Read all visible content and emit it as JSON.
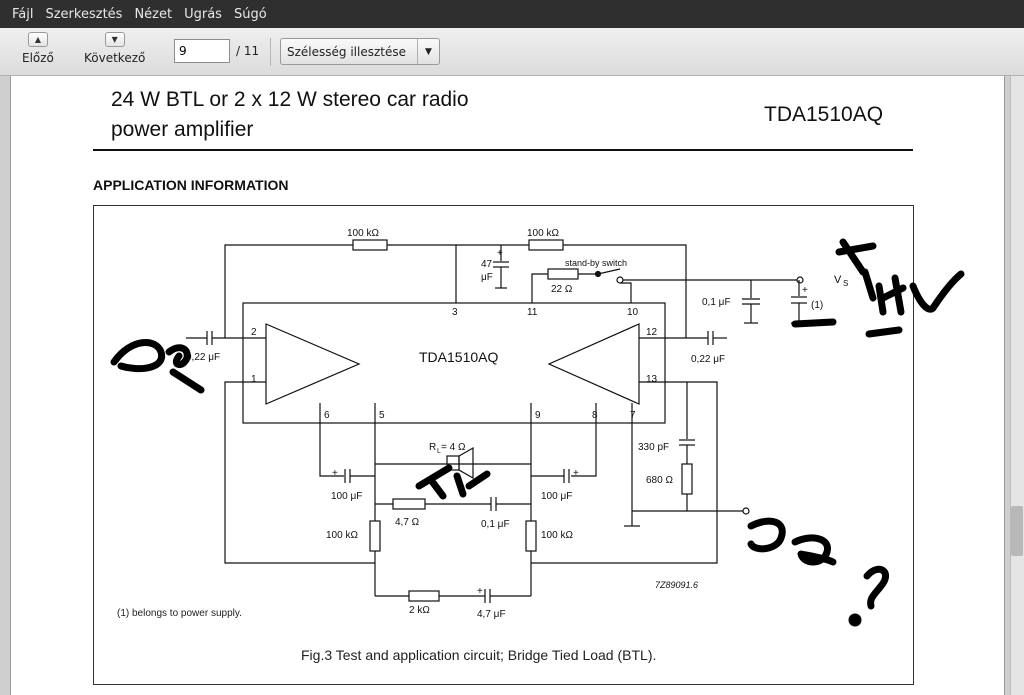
{
  "menubar": {
    "items": [
      {
        "label": "Fájl"
      },
      {
        "label": "Szerkesztés"
      },
      {
        "label": "Nézet"
      },
      {
        "label": "Ugrás"
      },
      {
        "label": "Súgó"
      }
    ]
  },
  "toolbar": {
    "prev_label": "Előző",
    "prev_icon": "arrow-up-icon",
    "next_label": "Következő",
    "next_icon": "arrow-down-icon",
    "page_value": "9",
    "page_total": "/ 11",
    "zoom_value": "Szélesség illesztése"
  },
  "document": {
    "title_line1": "24 W BTL or 2 x 12 W stereo car radio",
    "title_line2": "power amplifier",
    "part_number": "TDA1510AQ",
    "section_heading": "APPLICATION INFORMATION",
    "footnote": "(1) belongs to power supply.",
    "caption": "Fig.3  Test and application circuit; Bridge Tied Load (BTL).",
    "schematic": {
      "chip_label": "TDA1510AQ",
      "r_top_left": "100 kΩ",
      "r_top_right": "100 kΩ",
      "c_47_a": "47",
      "c_47_b": "μF",
      "standby": "stand-by switch",
      "r_22": "22 Ω",
      "vs": "V",
      "vs_sub": "S",
      "c_01_top": "0,1 μF",
      "note_1": "(1)",
      "c_022_left": "0,22 μF",
      "c_022_right": "0,22 μF",
      "pin_1": "1",
      "pin_2": "2",
      "pin_3": "3",
      "pin_5": "5",
      "pin_6": "6",
      "pin_7": "7",
      "pin_8": "8",
      "pin_9": "9",
      "pin_10": "10",
      "pin_11": "11",
      "pin_12": "12",
      "pin_13": "13",
      "rl": "R",
      "rl_sub": "L",
      "rl_val": " = 4 Ω",
      "c_100_left": "100 μF",
      "c_100_right": "100 μF",
      "r_47": "4,7 Ω",
      "c_01_mid": "0,1 μF",
      "c_330": "330 pF",
      "r_680": "680 Ω",
      "r_100_left": "100 kΩ",
      "r_100_right": "100 kΩ",
      "r_2k": "2 kΩ",
      "c_47_bottom": "4,7 μF",
      "drawing_no": "7Z89091.6",
      "plus": "+"
    }
  },
  "colors": {
    "menubar_bg": "#2f2f2f",
    "ink": "#000000"
  }
}
